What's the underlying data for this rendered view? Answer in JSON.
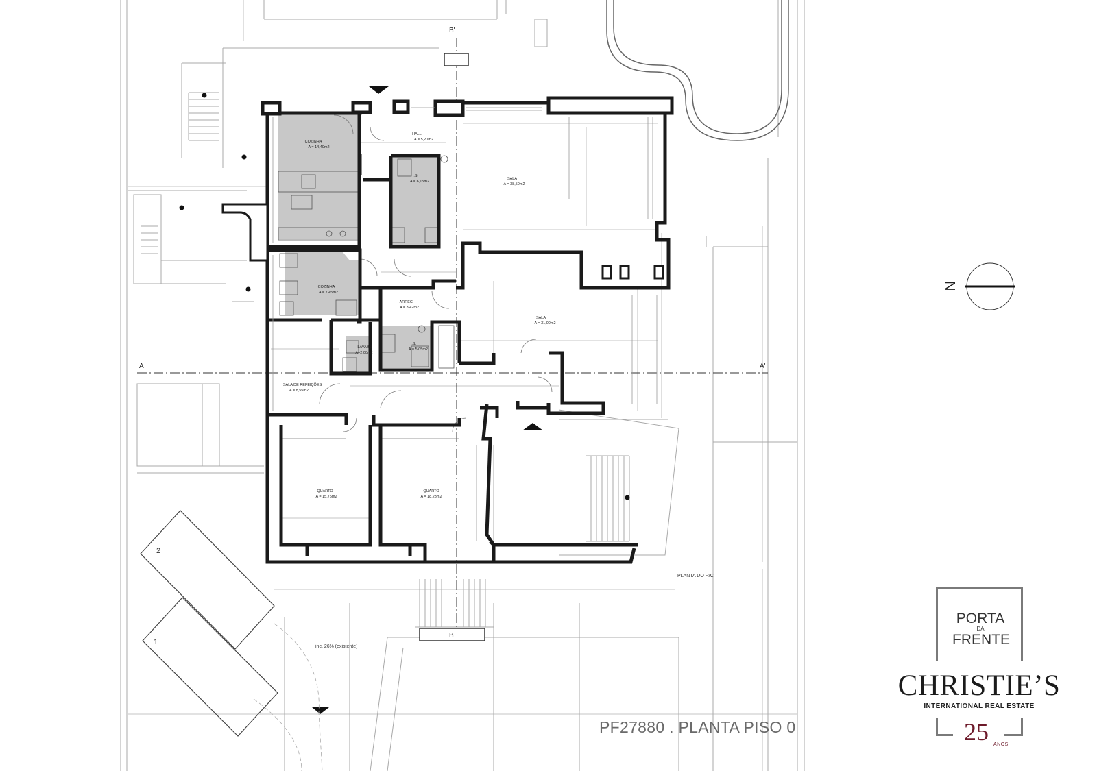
{
  "drawing": {
    "reference_title": "PF27880  . PLANTA PISO 0",
    "floor_label": "PLANTA DO R/C",
    "ramp_label": "inc. 26% (existente)",
    "section_marks": {
      "a_left": "A",
      "a_right": "A'",
      "b_top": "B'",
      "b_bottom": "B"
    },
    "north_label": "N",
    "parking_bays": [
      "2",
      "1"
    ],
    "rooms": [
      {
        "name": "COZINHA",
        "area": "A = 14,40m2"
      },
      {
        "name": "HALL",
        "area": "A = 5,20m2"
      },
      {
        "name": "I.S.",
        "area": "A = 6,15m2"
      },
      {
        "name": "SALA",
        "area": "A = 38,50m2"
      },
      {
        "name": "COZINHA",
        "area": "A = 7,45m2"
      },
      {
        "name": "ARREC.",
        "area": "A = 3,42m2"
      },
      {
        "name": "SALA",
        "area": "A = 31,00m2"
      },
      {
        "name": "I.S.",
        "area": "A = 5,05m2"
      },
      {
        "name": "LAVABO",
        "area": "A=2,00m2"
      },
      {
        "name": "SALA DE REFEIÇÕES",
        "area": "A = 8,55m2"
      },
      {
        "name": "QUARTO",
        "area": "A = 15,75m2"
      },
      {
        "name": "QUARTO",
        "area": "A = 18,23m2"
      }
    ]
  },
  "branding": {
    "porta_line1": "PORTA",
    "porta_line2": "DA",
    "porta_line3": "FRENTE",
    "christies": "CHRISTIE’S",
    "christies_sub": "INTERNATIONAL REAL ESTATE",
    "anniversary_number": "25",
    "anniversary_word": "ANOS"
  },
  "colors": {
    "wall": "#1a1a1a",
    "wet_room_fill": "#c8c8c8",
    "thin_line": "#9a9a9a",
    "accent_burgundy": "#6d1a2a",
    "title_gray": "#6a6a6a"
  }
}
